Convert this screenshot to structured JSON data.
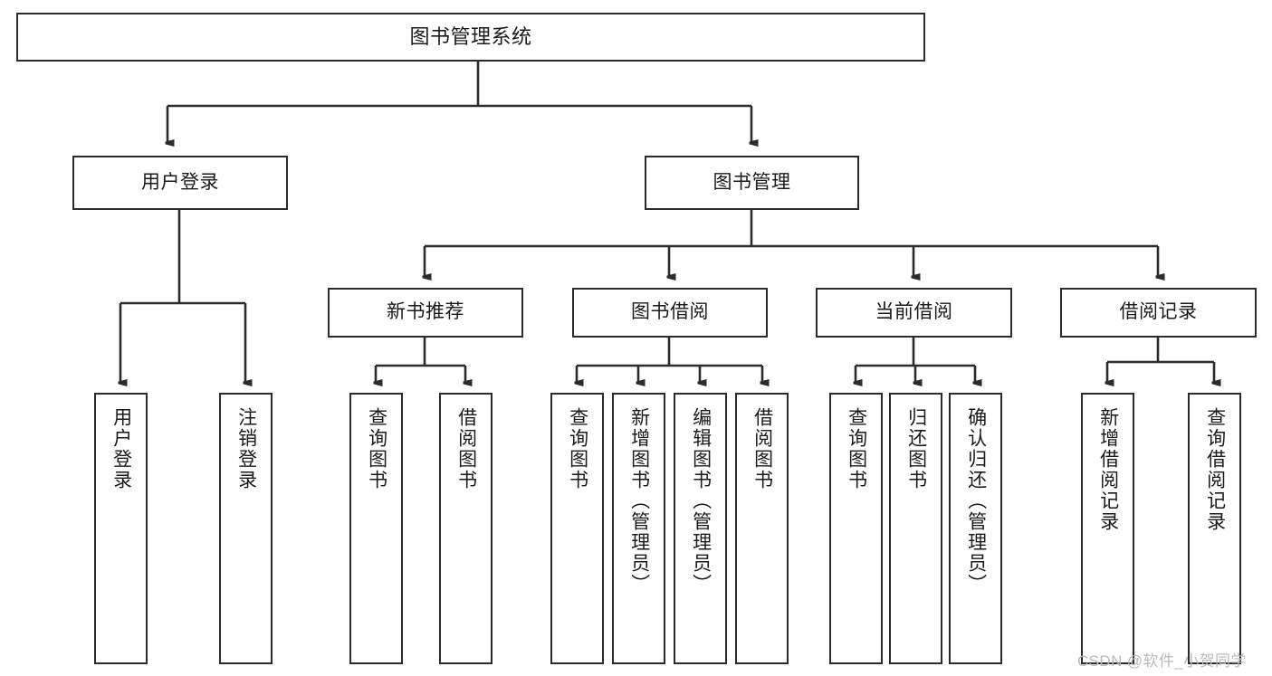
{
  "diagram": {
    "type": "tree-hierarchy-chart",
    "title": "图书管理系统",
    "stroke_color": "#2b2b2b",
    "background_color": "#ffffff",
    "text_color": "#1a1a1a"
  },
  "nodes": {
    "root": {
      "label": "图书管理系统"
    },
    "level2": [
      {
        "label": "用户登录"
      },
      {
        "label": "图书管理"
      }
    ],
    "level3": [
      {
        "label": "新书推荐"
      },
      {
        "label": "图书借阅"
      },
      {
        "label": "当前借阅"
      },
      {
        "label": "借阅记录"
      }
    ],
    "leaves_user_login": [
      {
        "label": "用户登录"
      },
      {
        "label": "注销登录"
      }
    ],
    "leaves_new_books": [
      {
        "label": "查询图书"
      },
      {
        "label": "借阅图书"
      }
    ],
    "leaves_borrow": [
      {
        "label": "查询图书"
      },
      {
        "label": "新增图书（管理员）"
      },
      {
        "label": "编辑图书（管理员）"
      },
      {
        "label": "借阅图书"
      }
    ],
    "leaves_current": [
      {
        "label": "查询图书"
      },
      {
        "label": "归还图书"
      },
      {
        "label": "确认归还（管理员）"
      }
    ],
    "leaves_records": [
      {
        "label": "新增借阅记录"
      },
      {
        "label": "查询借阅记录"
      }
    ]
  },
  "watermark": {
    "text": "CSDN @软件_小贺同学"
  }
}
